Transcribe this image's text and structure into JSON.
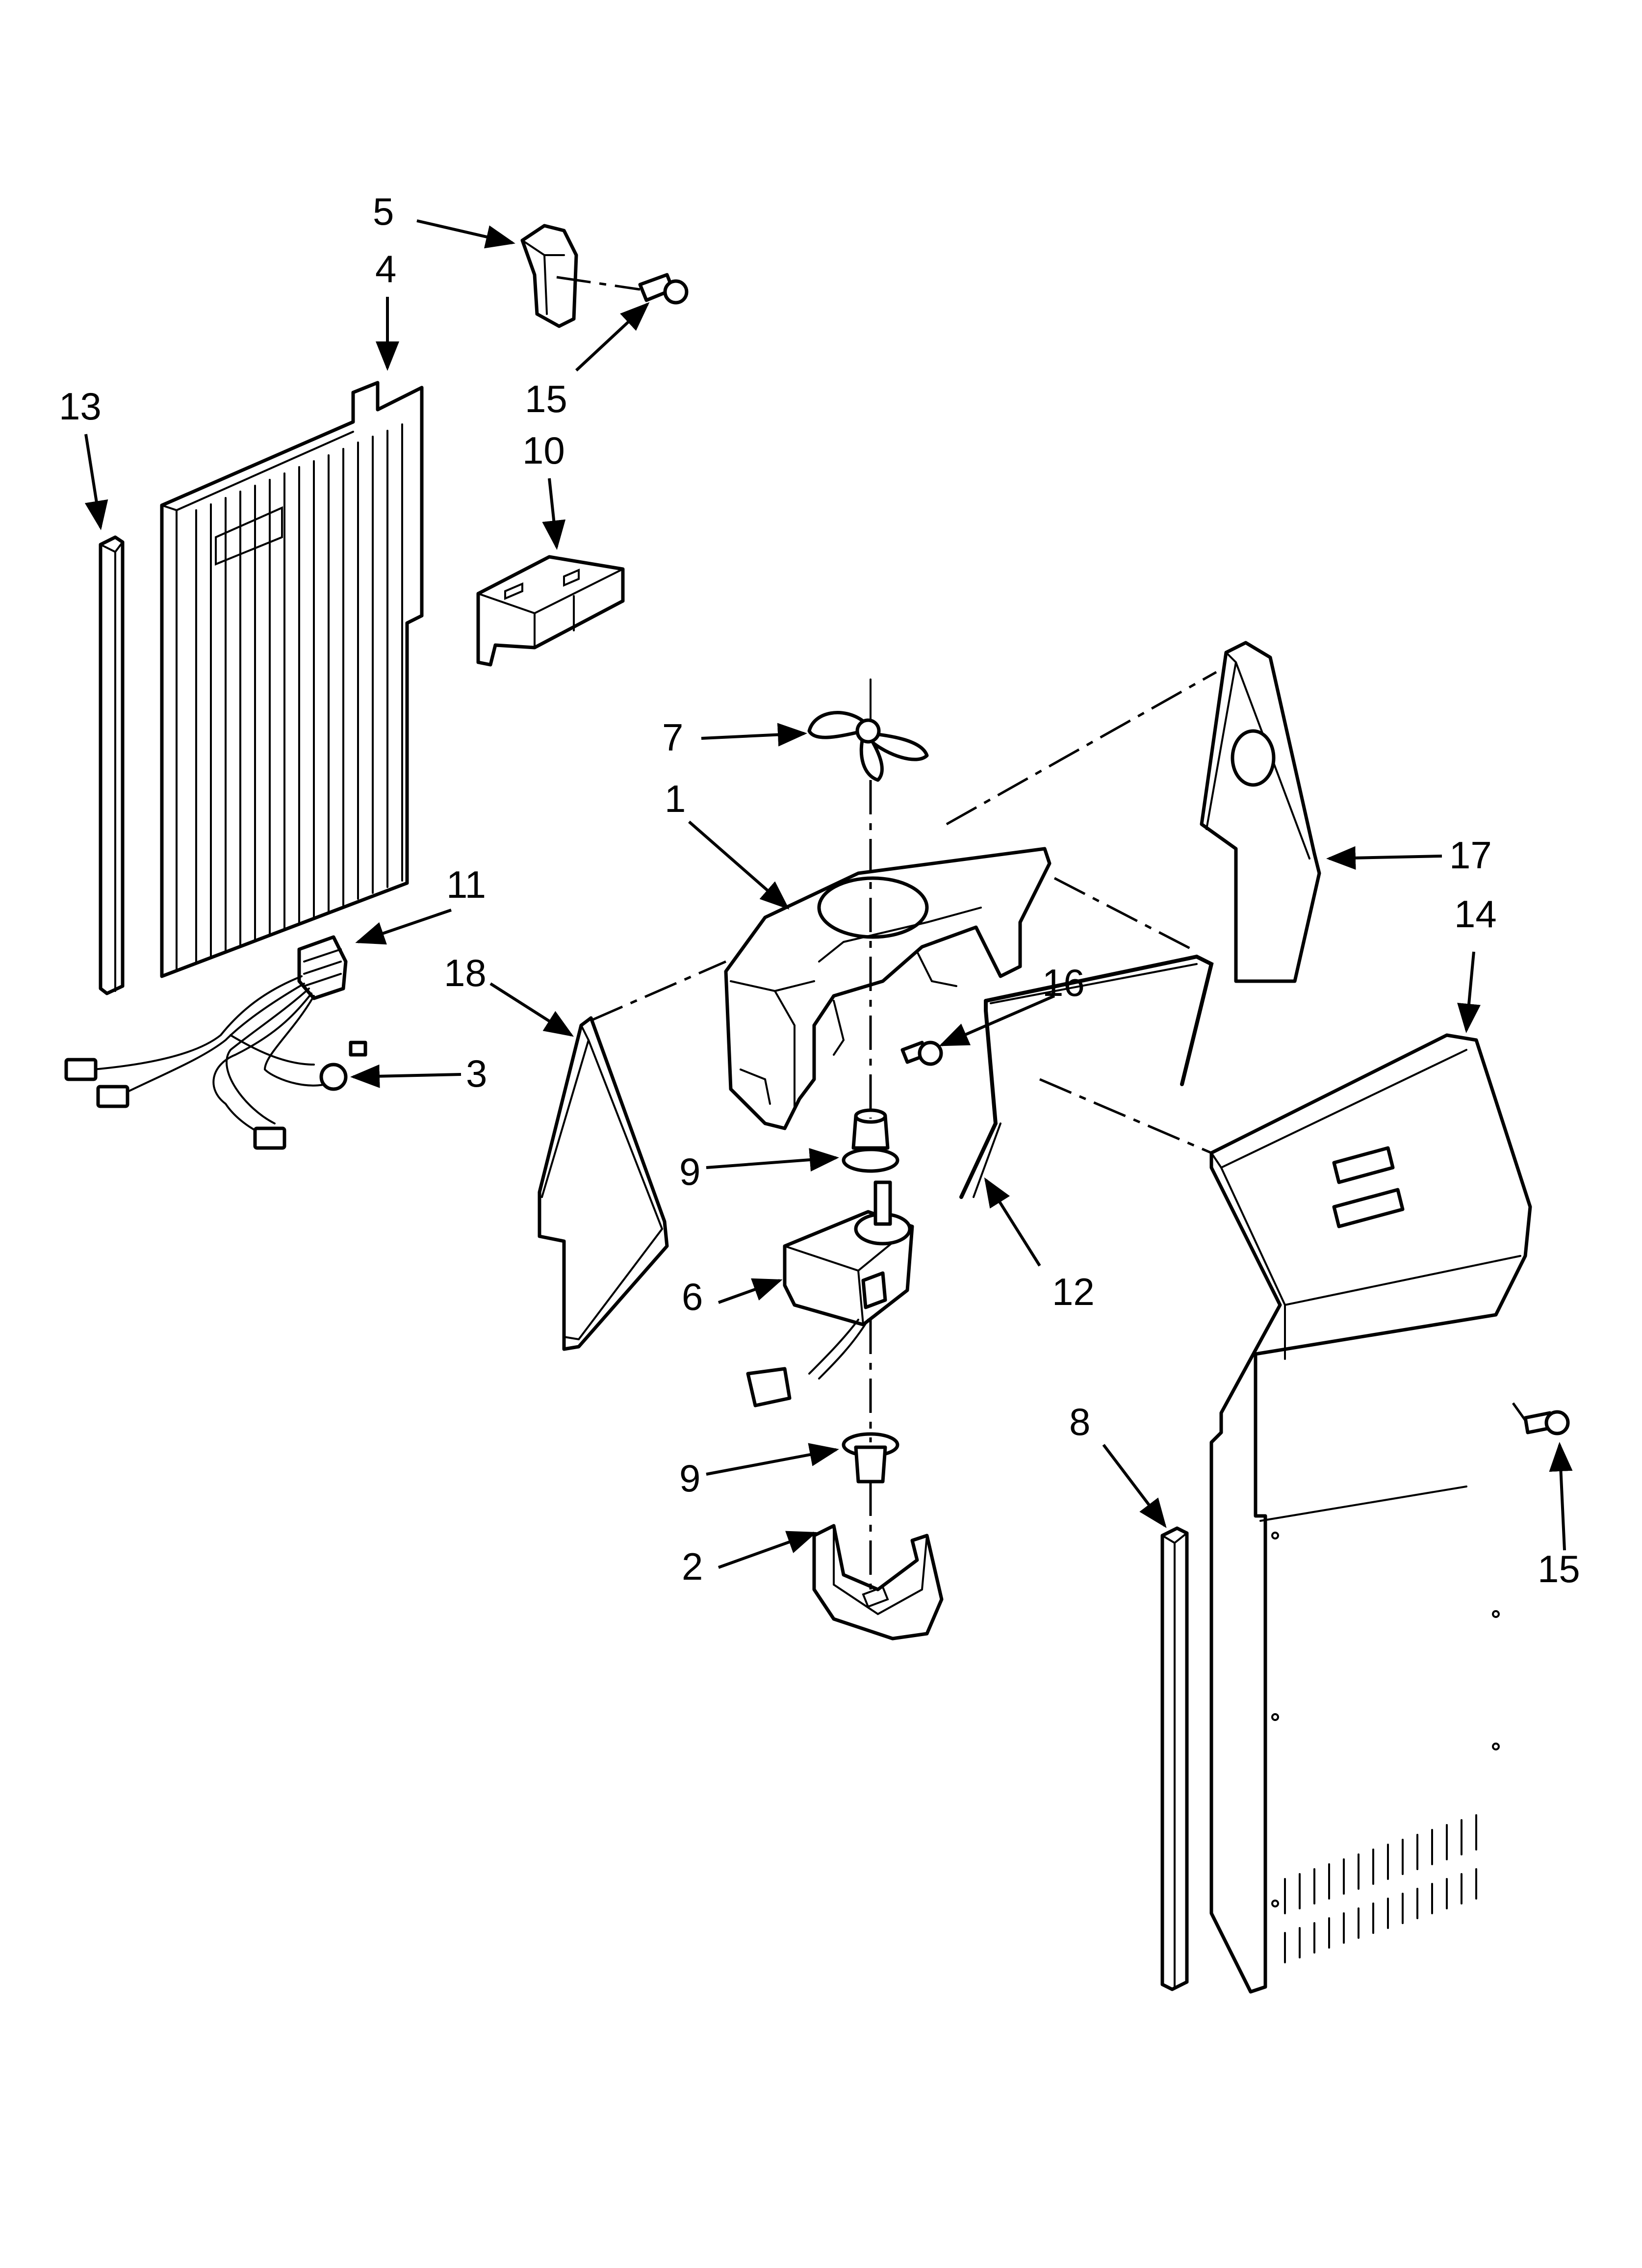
{
  "diagram": {
    "type": "exploded-parts-view",
    "background_color": "#ffffff",
    "line_color": "#000000",
    "callouts": [
      {
        "id": "c1",
        "label": "1"
      },
      {
        "id": "c2",
        "label": "2"
      },
      {
        "id": "c3",
        "label": "3"
      },
      {
        "id": "c4",
        "label": "4"
      },
      {
        "id": "c5",
        "label": "5"
      },
      {
        "id": "c6",
        "label": "6"
      },
      {
        "id": "c7",
        "label": "7"
      },
      {
        "id": "c8",
        "label": "8"
      },
      {
        "id": "c9a",
        "label": "9"
      },
      {
        "id": "c9b",
        "label": "9"
      },
      {
        "id": "c10",
        "label": "10"
      },
      {
        "id": "c11",
        "label": "11"
      },
      {
        "id": "c12",
        "label": "12"
      },
      {
        "id": "c13",
        "label": "13"
      },
      {
        "id": "c14",
        "label": "14"
      },
      {
        "id": "c15a",
        "label": "15"
      },
      {
        "id": "c15b",
        "label": "15"
      },
      {
        "id": "c16",
        "label": "16"
      },
      {
        "id": "c17",
        "label": "17"
      },
      {
        "id": "c18",
        "label": "18"
      }
    ]
  }
}
